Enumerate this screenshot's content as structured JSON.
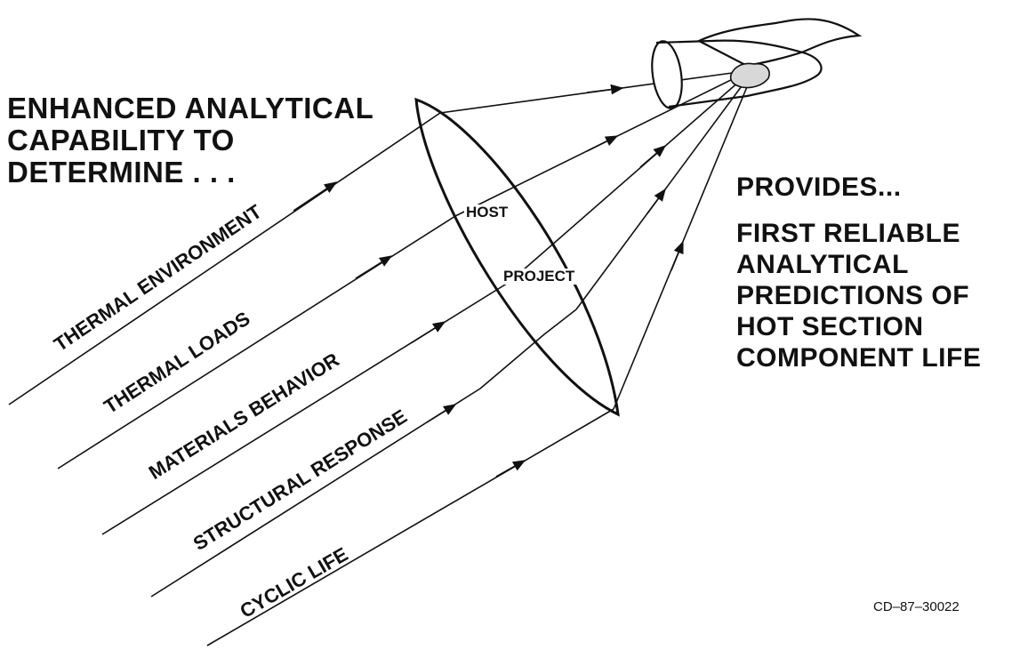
{
  "heading": {
    "lines": [
      "ENHANCED ANALYTICAL",
      "CAPABILITY TO",
      "DETERMINE . . ."
    ]
  },
  "streams": [
    {
      "label": "THERMAL ENVIRONMENT"
    },
    {
      "label": "THERMAL LOADS"
    },
    {
      "label": "MATERIALS BEHAVIOR"
    },
    {
      "label": "STRUCTURAL RESPONSE"
    },
    {
      "label": "CYCLIC LIFE"
    }
  ],
  "lens": {
    "upper_label": "HOST",
    "lower_label": "PROJECT"
  },
  "outcome": {
    "title": "PROVIDES...",
    "lines": [
      "FIRST RELIABLE",
      "ANALYTICAL",
      "PREDICTIONS OF",
      "HOT SECTION",
      "COMPONENT LIFE"
    ]
  },
  "figure_id": "CD–87–30022",
  "colors": {
    "ink": "#111111",
    "background": "#ffffff"
  }
}
